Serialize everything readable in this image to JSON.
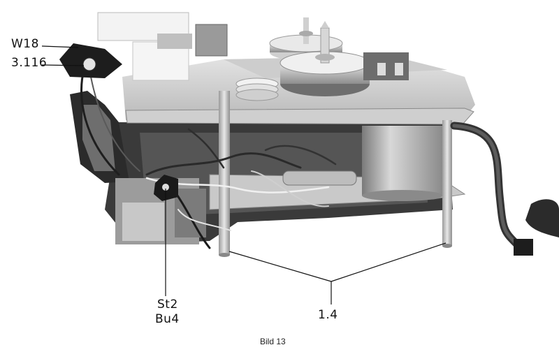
{
  "labels": {
    "w18": "W18",
    "part_3116": "3.116",
    "st2": "St2",
    "bu4": "Bu4",
    "part_14": "1.4"
  },
  "caption": "Bild 13",
  "colors": {
    "background": "#ffffff",
    "metal_light": "#d9d9d9",
    "metal_mid": "#a8a8a8",
    "metal_dark": "#4a4a4a",
    "shadow": "#1e1e1e",
    "ink": "#111111"
  },
  "image": {
    "subject": "photo of a tape-deck chassis viewed from the side, with components, wiring and support pillars",
    "icon": "mechanism-photo"
  }
}
